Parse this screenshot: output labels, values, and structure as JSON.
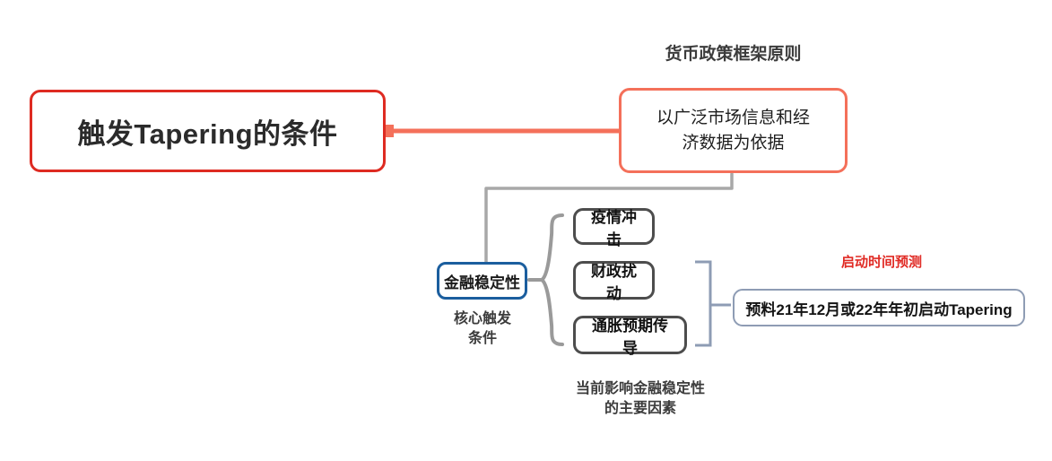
{
  "diagram": {
    "title": "触发Tapering的条件",
    "background": "#ffffff",
    "root": {
      "label": "触发Tapering的条件",
      "border_color": "#DE2B22"
    },
    "principle": {
      "caption": "货币政策框架原则",
      "label": "以广泛市场信息和经\n济数据为依据",
      "border_color": "#F4705A"
    },
    "stability": {
      "label": "金融稳定性",
      "caption": "核心触发\n条件",
      "border_color": "#1B5E9E"
    },
    "factors": {
      "caption": "当前影响金融稳定性\n的主要因素",
      "border_color": "#4d4d4d",
      "items": [
        {
          "label": "疫情冲击"
        },
        {
          "label": "财政扰动"
        },
        {
          "label": "通胀预期传导"
        }
      ]
    },
    "prediction": {
      "caption": "启动时间预测",
      "caption_color": "#E02A24",
      "label": "预料21年12月或22年年初启动Tapering",
      "border_color": "#8e9cb4"
    },
    "connectors": {
      "root_to_principle_color": "#F4705A",
      "principle_to_stability_color": "#a8a8a8",
      "stability_brace_color": "#9a9a9a",
      "factors_bracket_color": "#8e9cb4"
    }
  }
}
